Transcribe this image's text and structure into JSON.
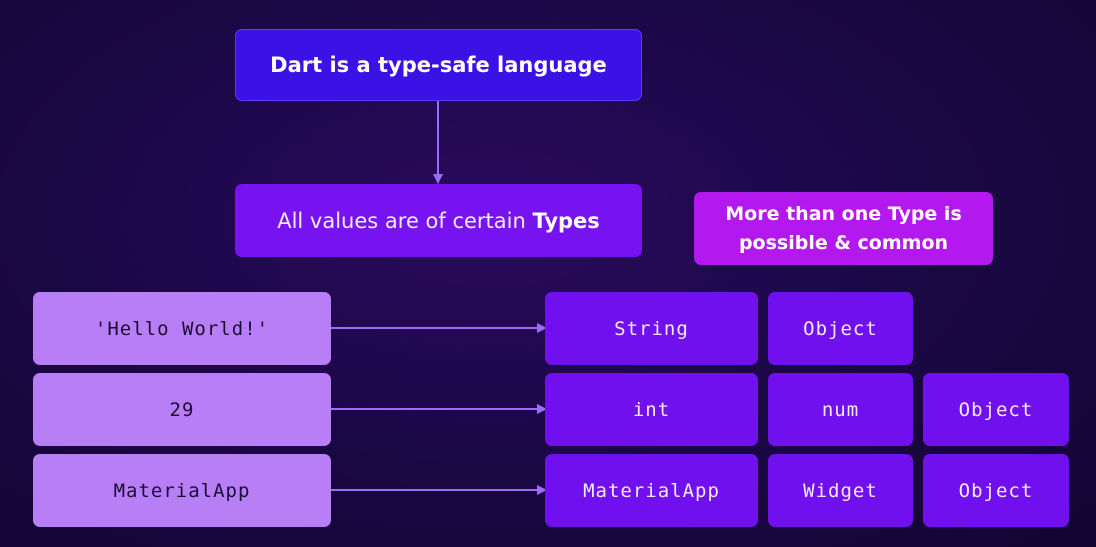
{
  "title": "Dart is a type-safe language",
  "statement": {
    "prefix": "All values are of certain ",
    "emphasis": "Types"
  },
  "note": {
    "line1": "More than one Type is",
    "line2": "possible & common"
  },
  "rows": [
    {
      "value": "'Hello World!'",
      "types": [
        "String",
        "Object"
      ]
    },
    {
      "value": "29",
      "types": [
        "int",
        "num",
        "Object"
      ]
    },
    {
      "value": "MaterialApp",
      "types": [
        "MaterialApp",
        "Widget",
        "Object"
      ]
    }
  ],
  "colors": {
    "background": "#1c0848",
    "title_box": "#3a12e6",
    "statement_box": "#7712f0",
    "note_box": "#b318ee",
    "value_box": "#b77ef5",
    "type_box": "#7110ee",
    "arrow": "#9b6cf5"
  }
}
